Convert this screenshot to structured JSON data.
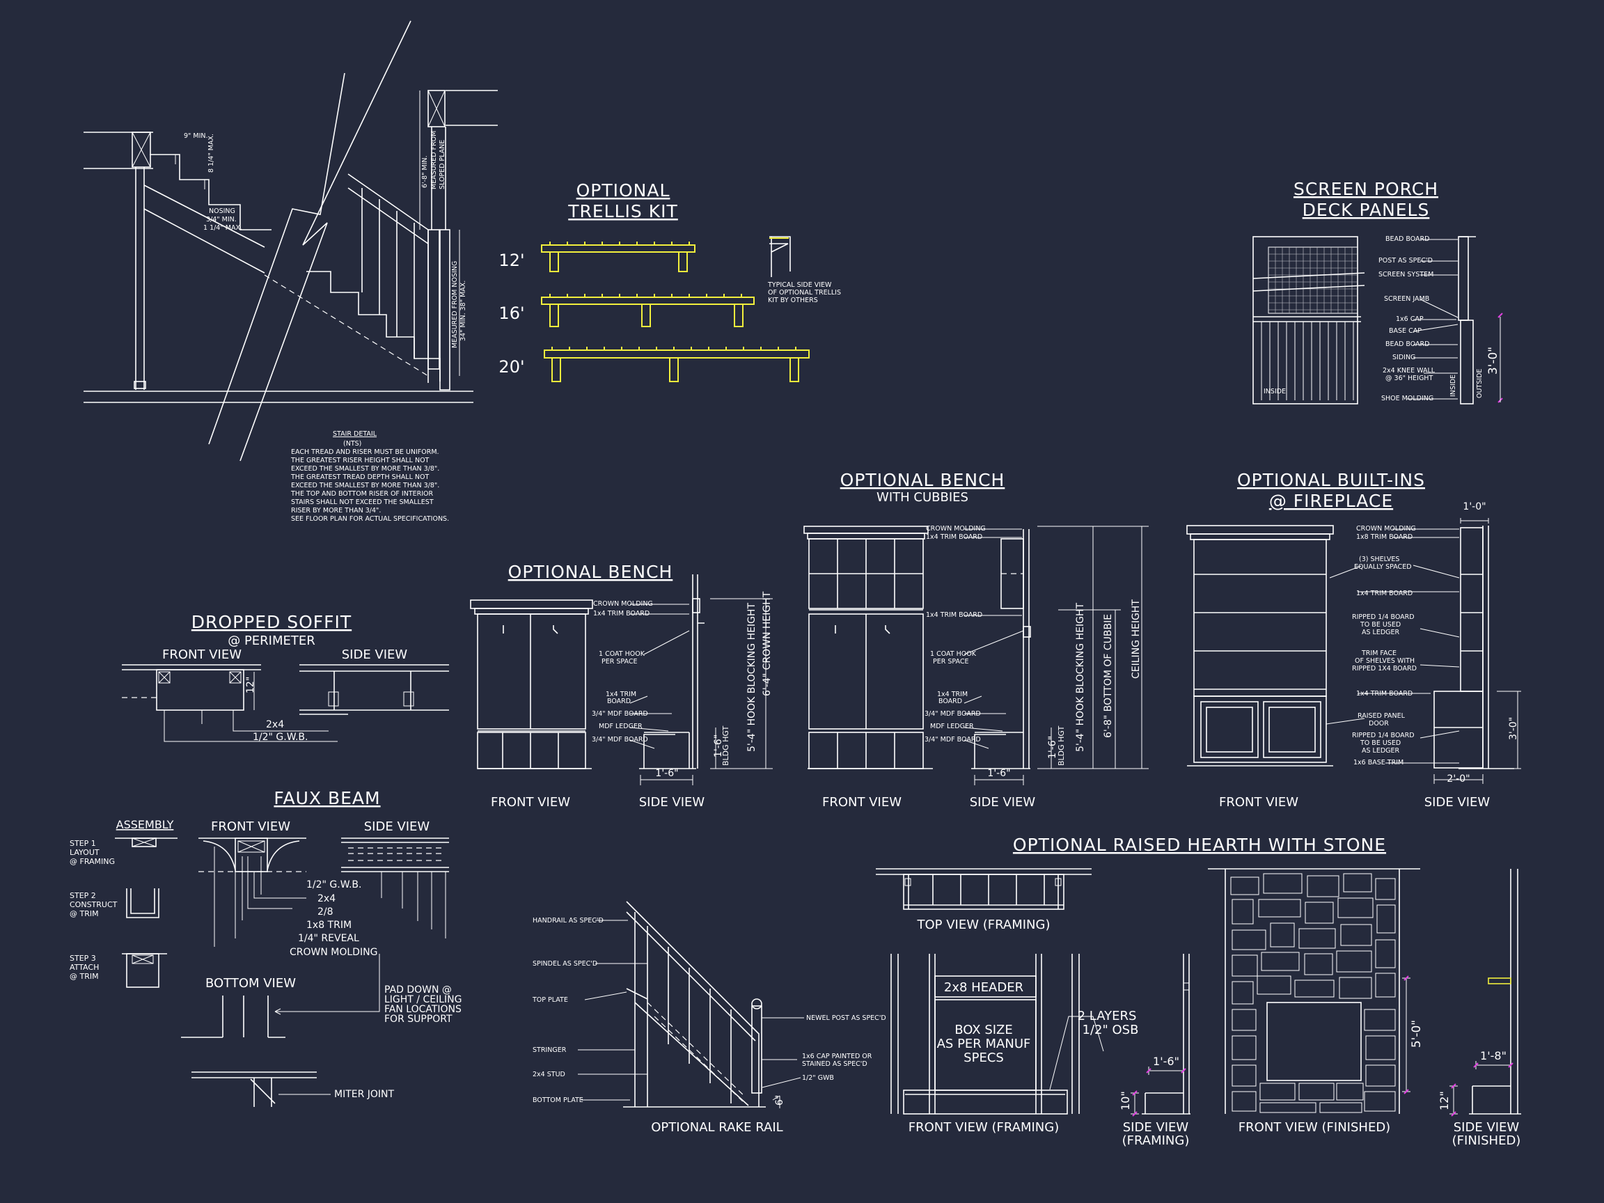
{
  "colors": {
    "background": "#252a3c",
    "linework": "#ffffff",
    "trellis": "#f2ef3c",
    "dimension_tick": "#e040e0"
  },
  "stair": {
    "dims": {
      "min_9": "9\" MIN.",
      "max_8_14": "8 1/4\" MAX.",
      "nosing": "NOSING",
      "nosing_min": "3/4\" MIN.",
      "nosing_max": "1 1/4\" MAX.",
      "headroom_1": "6'-8\" MIN.",
      "headroom_2": "MEASURED FROM",
      "headroom_3": "SLOPED PLANE",
      "rail_1": "MEASURED FROM NOSING",
      "rail_2": "34\" MIN. 38\" MAX."
    },
    "note_title": "STAIR DETAIL",
    "note_sub": "(NTS)",
    "notes": [
      "EACH TREAD AND RISER MUST BE UNIFORM.",
      "THE GREATEST RISER HEIGHT SHALL NOT",
      "EXCEED THE SMALLEST BY MORE THAN 3/8\".",
      "THE GREATEST TREAD DEPTH SHALL NOT",
      "EXCEED THE SMALLEST BY MORE THAN 3/8\".",
      "THE TOP AND BOTTOM RISER OF INTERIOR",
      "STAIRS SHALL NOT EXCEED THE SMALLEST",
      "RISER BY MORE THAN 3/4\".",
      "SEE FLOOR PLAN FOR ACTUAL SPECIFICATIONS."
    ]
  },
  "trellis": {
    "title_1": "OPTIONAL",
    "title_2": "TRELLIS KIT",
    "sizes": [
      "12'",
      "16'",
      "20'"
    ],
    "side_note": [
      "TYPICAL SIDE VIEW",
      "OF OPTIONAL TRELLIS",
      "KIT BY OTHERS"
    ]
  },
  "screen_porch": {
    "title_1": "SCREEN PORCH",
    "title_2": "DECK PANELS",
    "callouts": [
      "BEAD BOARD",
      "POST AS SPEC'D",
      "SCREEN SYSTEM",
      "SCREEN JAMB",
      "1x6 CAP",
      "BASE CAP",
      "BEAD BOARD",
      "SIDING",
      "2x4 KNEE WALL",
      "@ 36\" HEIGHT",
      "SHOE MOLDING"
    ],
    "inside": "INSIDE",
    "inside_2": "INSIDE",
    "outside": "OUTSIDE",
    "height": "3'-0\""
  },
  "soffit": {
    "title": "DROPPED SOFFIT",
    "sub": "@ PERIMETER",
    "front": "FRONT VIEW",
    "side": "SIDE VIEW",
    "dim": "12\"",
    "c1": "2x4",
    "c2": "1/2\" G.W.B."
  },
  "bench": {
    "title": "OPTIONAL BENCH",
    "callouts": [
      "CROWN MOLDING",
      "1x4 TRIM BOARD",
      "1 COAT HOOK",
      "PER SPACE",
      "1x4 TRIM",
      "BOARD",
      "3/4\" MDF BOARD",
      "MDF LEDGER",
      "3/4\" MDF BOARD"
    ],
    "front": "FRONT VIEW",
    "side": "SIDE VIEW",
    "d_depth": "1'-6\"",
    "d_bldg": "1'-6\"",
    "bldg_lbl": "BLDG HGT",
    "d_hook": "5'-4\" HOOK BLOCKING HEIGHT",
    "d_crown": "6'-4\" CROWN HEIGHT"
  },
  "cubbies": {
    "title": "OPTIONAL BENCH",
    "sub": "WITH CUBBIES",
    "callouts": [
      "CROWN MOLDING",
      "1x4 TRIM BOARD",
      "1x4 TRIM BOARD",
      "1 COAT HOOK",
      "PER SPACE",
      "1x4 TRIM",
      "BOARD",
      "3/4\" MDF BOARD",
      "MDF LEDGER",
      "3/4\" MDF BOARD"
    ],
    "front": "FRONT VIEW",
    "side": "SIDE VIEW",
    "d_depth": "1'-6\"",
    "d_bldg": "1'-6\"",
    "bldg_lbl": "BLDG HGT",
    "d_hook": "5'-4\" HOOK BLOCKING HEIGHT",
    "d_cubbie": "6'-8\" BOTTOM OF CUBBIE",
    "d_ceiling": "CEILING HEIGHT"
  },
  "builtins": {
    "title_1": "OPTIONAL BUILT-INS",
    "title_2": "@ FIREPLACE",
    "callouts": [
      "CROWN MOLDING",
      "1x8 TRIM BOARD",
      "(3) SHELVES",
      "EQUALLY SPACED",
      "1x4 TRIM BOARD",
      "RIPPED 1/4 BOARD",
      "TO BE USED",
      "AS LEDGER",
      "TRIM FACE",
      "OF SHELVES WITH",
      "RIPPED 1X4 BOARD",
      "1x4 TRIM BOARD",
      "RAISED PANEL",
      "DOOR",
      "RIPPED 1/4 BOARD",
      "TO BE USED",
      "AS LEDGER",
      "1x6 BASE TRIM"
    ],
    "front": "FRONT VIEW",
    "side": "SIDE VIEW",
    "d_top": "1'-0\"",
    "d_bottom": "2'-0\"",
    "d_height": "3'-0\""
  },
  "faux_beam": {
    "title": "FAUX BEAM",
    "assembly": "ASSEMBLY",
    "steps": [
      [
        "STEP 1",
        "LAYOUT",
        "@ FRAMING"
      ],
      [
        "STEP 2",
        "CONSTRUCT",
        "@ TRIM"
      ],
      [
        "STEP 3",
        "ATTACH",
        "@ TRIM"
      ]
    ],
    "front": "FRONT VIEW",
    "side": "SIDE VIEW",
    "bottom": "BOTTOM VIEW",
    "callouts": [
      "1/2\" G.W.B.",
      "2x4",
      "2/8",
      "1x8 TRIM",
      "1/4\" REVEAL",
      "CROWN MOLDING"
    ],
    "pad_note": [
      "PAD DOWN @",
      "LIGHT / CEILING",
      "FAN LOCATIONS",
      "FOR SUPPORT"
    ],
    "miter": "MITER JOINT"
  },
  "rake_rail": {
    "title": "OPTIONAL RAKE RAIL",
    "left": [
      "HANDRAIL AS SPEC'D",
      "SPINDEL AS SPEC'D",
      "TOP PLATE",
      "STRINGER",
      "2x4 STUD",
      "BOTTOM PLATE"
    ],
    "right": [
      "NEWEL POST AS SPEC'D",
      "1x6 CAP PAINTED OR",
      "STAINED AS SPEC'D",
      "1/2\" GWB"
    ],
    "dim": "6\""
  },
  "hearth": {
    "title": "OPTIONAL RAISED HEARTH WITH STONE",
    "top": "TOP VIEW (FRAMING)",
    "header": "2x8 HEADER",
    "box": [
      "BOX SIZE",
      "AS PER MANUF",
      "SPECS"
    ],
    "osb": [
      "2 LAYERS",
      "1/2\" OSB"
    ],
    "front_framing": "FRONT VIEW (FRAMING)",
    "side_framing_1": "SIDE VIEW",
    "side_framing_2": "(FRAMING)",
    "front_finished": "FRONT VIEW (FINISHED)",
    "side_finished_1": "SIDE VIEW",
    "side_finished_2": "(FINISHED)",
    "d_framing_depth": "1'-6\"",
    "d_framing_h": "10\"",
    "d_finished_h": "5'-0\"",
    "d_finished_depth": "1'-8\"",
    "d_finished_h2": "12\""
  }
}
